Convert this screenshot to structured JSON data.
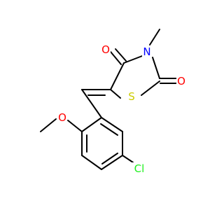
{
  "molecule": {
    "atoms": {
      "o_top": {
        "symbol": "O",
        "color": "#FF0000"
      },
      "n": {
        "symbol": "N",
        "color": "#0000FF"
      },
      "o_right": {
        "symbol": "O",
        "color": "#FF0000"
      },
      "s": {
        "symbol": "S",
        "color": "#CCCC00"
      },
      "o_methoxy": {
        "symbol": "O",
        "color": "#FF0000"
      },
      "cl": {
        "symbol": "Cl",
        "color": "#1FF01F"
      }
    }
  }
}
